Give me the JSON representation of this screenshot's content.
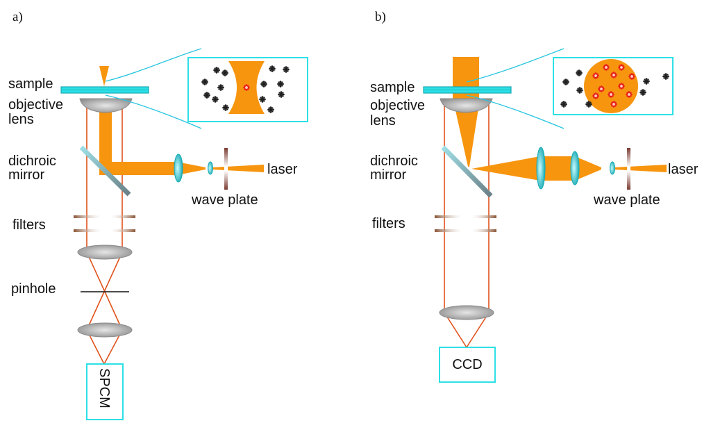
{
  "colors": {
    "beam": "#f7950f",
    "cyan": "#2ce0e6",
    "cyan_dark": "#18aab3",
    "red_fluor": "#e8211c",
    "dark_dot": "#1e1e1e",
    "lens_gray": "#a9a9a9",
    "filter_brown": "#8a5535",
    "ray": "#e0521a"
  },
  "panel_a": {
    "tag": "a)",
    "labels": {
      "sample": "sample",
      "objective_1": "objective",
      "objective_2": "lens",
      "dichroic_1": "dichroic",
      "dichroic_2": "mirror",
      "laser": "laser",
      "wave_plate": "wave plate",
      "filters": "filters",
      "pinhole": "pinhole"
    },
    "detector": "SPCM"
  },
  "panel_b": {
    "tag": "b)",
    "labels": {
      "sample": "sample",
      "objective_1": "objective",
      "objective_2": "lens",
      "dichroic_1": "dichroic",
      "dichroic_2": "mirror",
      "laser": "laser",
      "wave_plate": "wave plate",
      "filters": "filters"
    },
    "detector": "CCD"
  }
}
